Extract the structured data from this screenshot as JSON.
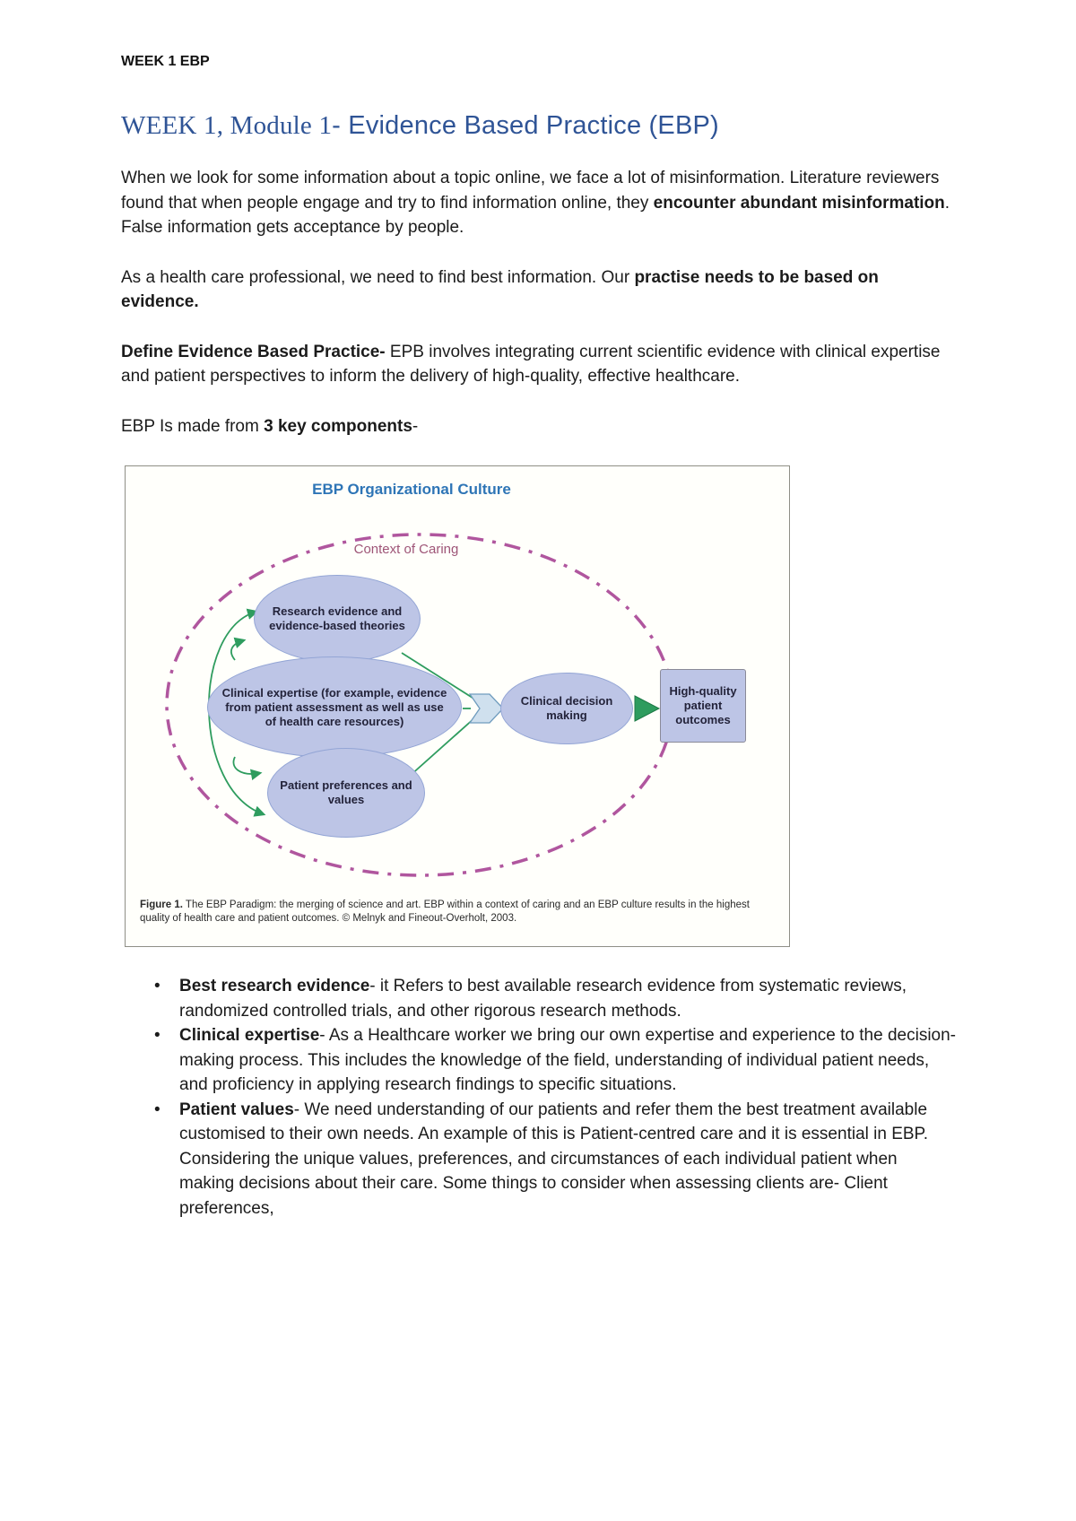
{
  "doc": {
    "header": "WEEK 1 EBP",
    "title_serif": "WEEK 1, Module 1",
    "title_sans": "- Evidence Based Practice (EBP)"
  },
  "paragraphs": {
    "p1a": "When we look for some information about a topic online, we face a lot of misinformation. Literature reviewers found that when people engage and try to find information online, they ",
    "p1b": "encounter abundant misinformation",
    "p1c": ". False information gets acceptance by people.",
    "p2a": "As a health care professional, we need to find best information. Our ",
    "p2b": "practise needs to be based on evidence.",
    "p3a": "Define Evidence Based Practice-",
    "p3b": " EPB involves integrating current scientific evidence with clinical expertise and patient perspectives to inform the delivery of high-quality, effective healthcare.",
    "p4a": "EBP Is made from ",
    "p4b": "3 key components",
    "p4c": "-"
  },
  "figure": {
    "title": "EBP Organizational Culture",
    "context_label": "Context of Caring",
    "node_research": "Research evidence and evidence-based theories",
    "node_clinical": "Clinical expertise (for example, evidence from patient assessment as well as use of health care resources)",
    "node_patient": "Patient preferences and values",
    "node_decision": "Clinical decision making",
    "node_outcome": "High-quality patient outcomes",
    "caption_bold": "Figure 1.",
    "caption_rest": " The EBP Paradigm: the merging of science and art. EBP within a context of caring and an EBP culture results in the highest quality of health care and patient outcomes. © Melnyk and Fineout-Overholt, 2003.",
    "colors": {
      "ellipse_fill": "#bdc5e6",
      "ellipse_stroke": "#93a5d5",
      "dashed_ellipse": "#b0569e",
      "arrow_green": "#2e9c5e",
      "diagram_title_blue": "#2e75b6",
      "context_label_mauve": "#9e5577",
      "heading_blue": "#2f5496"
    }
  },
  "bullets": [
    {
      "bold": "Best research evidence",
      "rest": "- it Refers to best available research evidence from systematic reviews, randomized controlled trials, and other rigorous research methods."
    },
    {
      "bold": "Clinical expertise",
      "rest": "- As a Healthcare worker we bring our own expertise and experience to the decision-making process. This includes the knowledge of the field, understanding of individual patient needs, and proficiency in applying research findings to specific situations."
    },
    {
      "bold": "Patient values",
      "rest": "- We need understanding of our patients and refer them the best treatment available customised to their own needs. An example of this is Patient-centred care and it is essential in EBP. Considering the unique values, preferences, and circumstances of each individual patient when making decisions about their care. Some things to consider when assessing clients are- Client preferences,"
    }
  ]
}
